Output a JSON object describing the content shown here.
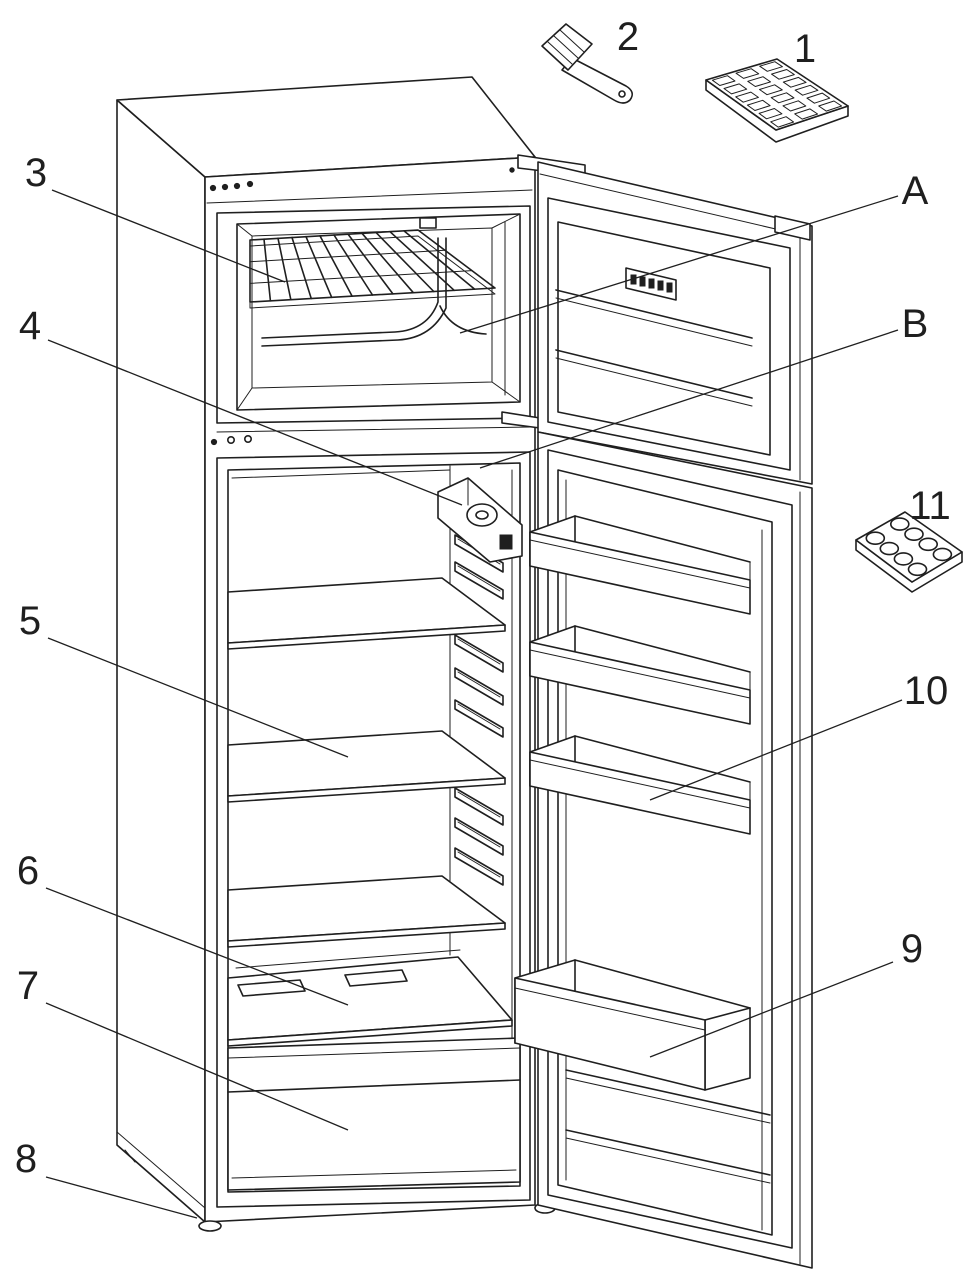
{
  "diagram": {
    "callouts": {
      "c1": "1",
      "c2": "2",
      "c3": "3",
      "c4": "4",
      "c5": "5",
      "c6": "6",
      "c7": "7",
      "c8": "8",
      "c9": "9",
      "c10": "10",
      "c11": "11",
      "cA": "A",
      "cB": "B"
    }
  },
  "colors": {
    "line": "#1f1f1f",
    "background": "#ffffff"
  }
}
